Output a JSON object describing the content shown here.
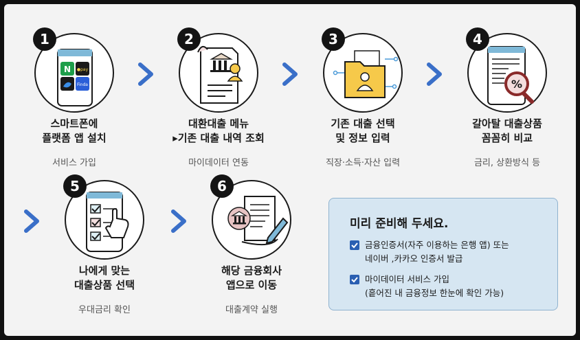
{
  "steps": [
    {
      "num": "1",
      "title1": "스마트폰에",
      "title2": "플랫폼 앱 설치",
      "sub": "서비스 가입"
    },
    {
      "num": "2",
      "title1": "대환대출 메뉴",
      "title2": "▸기존 대출 내역 조회",
      "sub": "마이데이터 연동"
    },
    {
      "num": "3",
      "title1": "기존 대출 선택",
      "title2": "및 정보 입력",
      "sub": "직장·소득·자산 입력"
    },
    {
      "num": "4",
      "title1": "갈아탈 대출상품",
      "title2": "꼼꼼히 비교",
      "sub": "금리, 상환방식 등"
    },
    {
      "num": "5",
      "title1": "나에게 맞는",
      "title2": "대출상품 선택",
      "sub": "우대금리 확인"
    },
    {
      "num": "6",
      "title1": "해당 금융회사",
      "title2": "앱으로 이동",
      "sub": "대출계약 실행"
    }
  ],
  "app_icons": {
    "naver": "N",
    "pay": "●pay",
    "finda": "Finda",
    "percent": "%"
  },
  "ready": {
    "title": "미리 준비해 두세요.",
    "items": [
      {
        "line1": "금융인증서(자주 이용하는 은행 앱) 또는",
        "line2": "네이버 ,카카오 인증서 발급"
      },
      {
        "line1": "마이데이터 서비스 가입",
        "line2": "(흩어진 내 금융정보 한눈에 확인 가능)"
      }
    ]
  },
  "colors": {
    "chevron": "#3a6fc8",
    "check": "#2a5fb2",
    "box_bg": "#d6e6f2",
    "folder": "#f6c94a"
  }
}
